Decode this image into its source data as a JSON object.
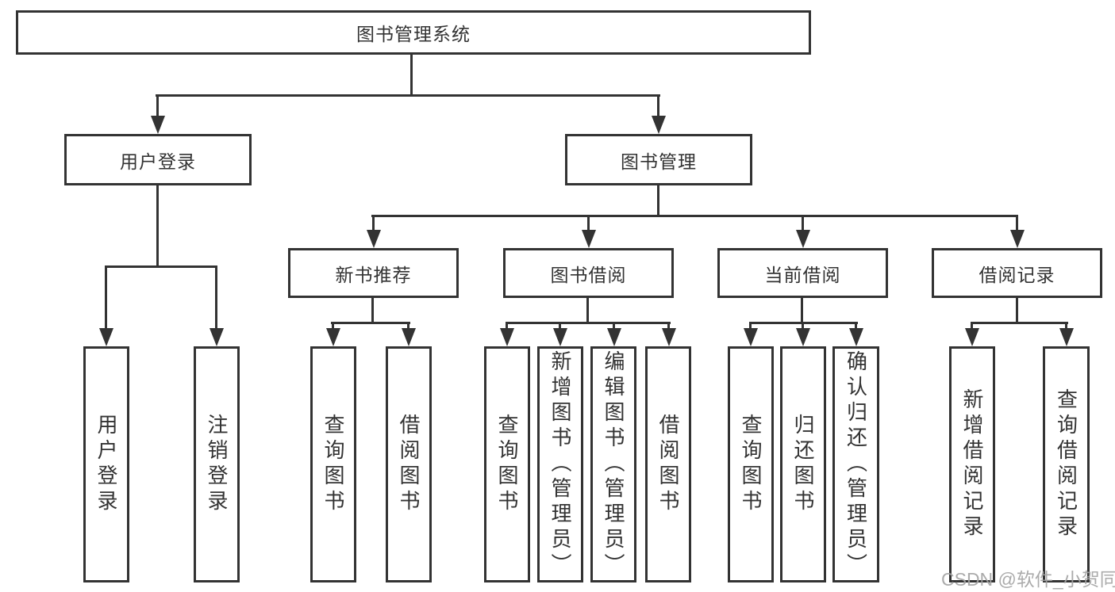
{
  "colors": {
    "line": "#333333",
    "text": "#333333",
    "watermark": "#a4a4a4"
  },
  "watermark": "CSDN @软件_小贺同学",
  "diagram": {
    "root": "图书管理系统",
    "branches": [
      {
        "label": "用户登录",
        "leaves": [
          "用户登录",
          "注销登录"
        ]
      },
      {
        "label": "图书管理",
        "groups": [
          {
            "label": "新书推荐",
            "leaves": [
              "查询图书",
              "借阅图书"
            ]
          },
          {
            "label": "图书借阅",
            "leaves": [
              "查询图书",
              "新增图书（管理员）",
              "编辑图书（管理员）",
              "借阅图书"
            ]
          },
          {
            "label": "当前借阅",
            "leaves": [
              "查询图书",
              "归还图书",
              "确认归还（管理员）"
            ]
          },
          {
            "label": "借阅记录",
            "leaves": [
              "新增借阅记录",
              "查询借阅记录"
            ]
          }
        ]
      }
    ]
  }
}
